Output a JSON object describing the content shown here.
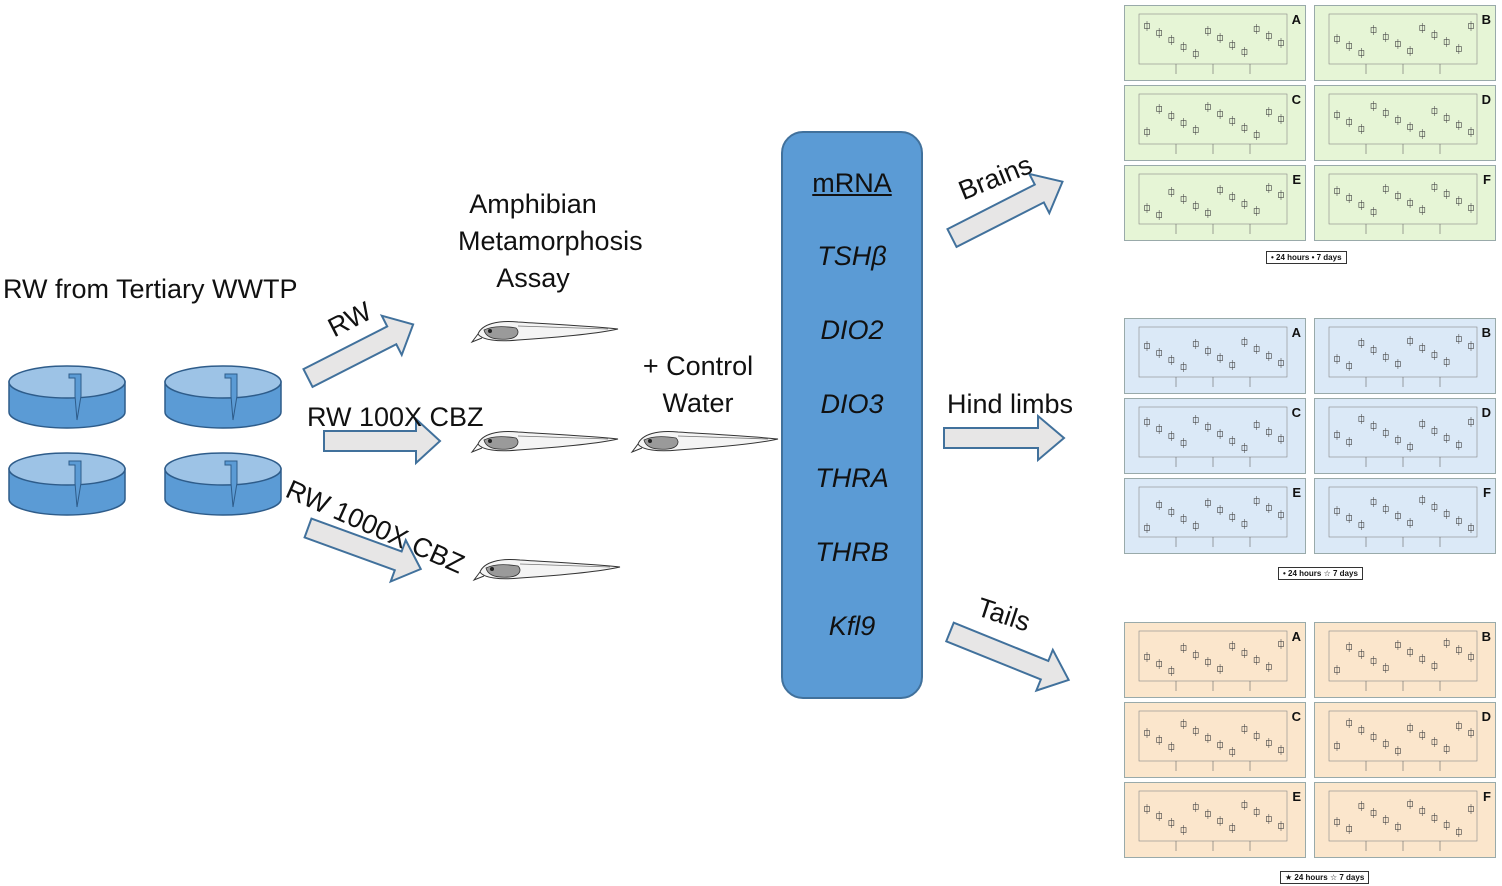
{
  "source_label": "RW from Tertiary WWTP",
  "assay_label": "Amphibian Metamorphosis Assay",
  "control_label": "+ Control Water",
  "treatments": [
    "RW",
    "RW 100X CBZ",
    "RW 1000X CBZ"
  ],
  "mrna_box": {
    "header": "mRNA",
    "genes": [
      "TSHβ",
      "DIO2",
      "DIO3",
      "THRA",
      "THRB",
      "Kfl9"
    ]
  },
  "tissues": [
    {
      "label": "Brains",
      "legend": "• 24 hours • 7 days",
      "panel_letters": [
        "A",
        "B",
        "C",
        "D",
        "E",
        "F"
      ],
      "color": "#e6f5d6"
    },
    {
      "label": "Hind limbs",
      "legend": "• 24 hours  ☆ 7 days",
      "panel_letters": [
        "A",
        "B",
        "C",
        "D",
        "E",
        "F"
      ],
      "color": "#dbe9f7"
    },
    {
      "label": "Tails",
      "legend": "★ 24 hours ☆ 7 days",
      "panel_letters": [
        "A",
        "B",
        "C",
        "D",
        "E",
        "F"
      ],
      "color": "#fbe6cc"
    }
  ],
  "colors": {
    "mrna_box": "#5b9bd5",
    "tank": "#5b9bd5",
    "arrow_fill": "#e7e6e6",
    "arrow_stroke": "#41719c"
  }
}
